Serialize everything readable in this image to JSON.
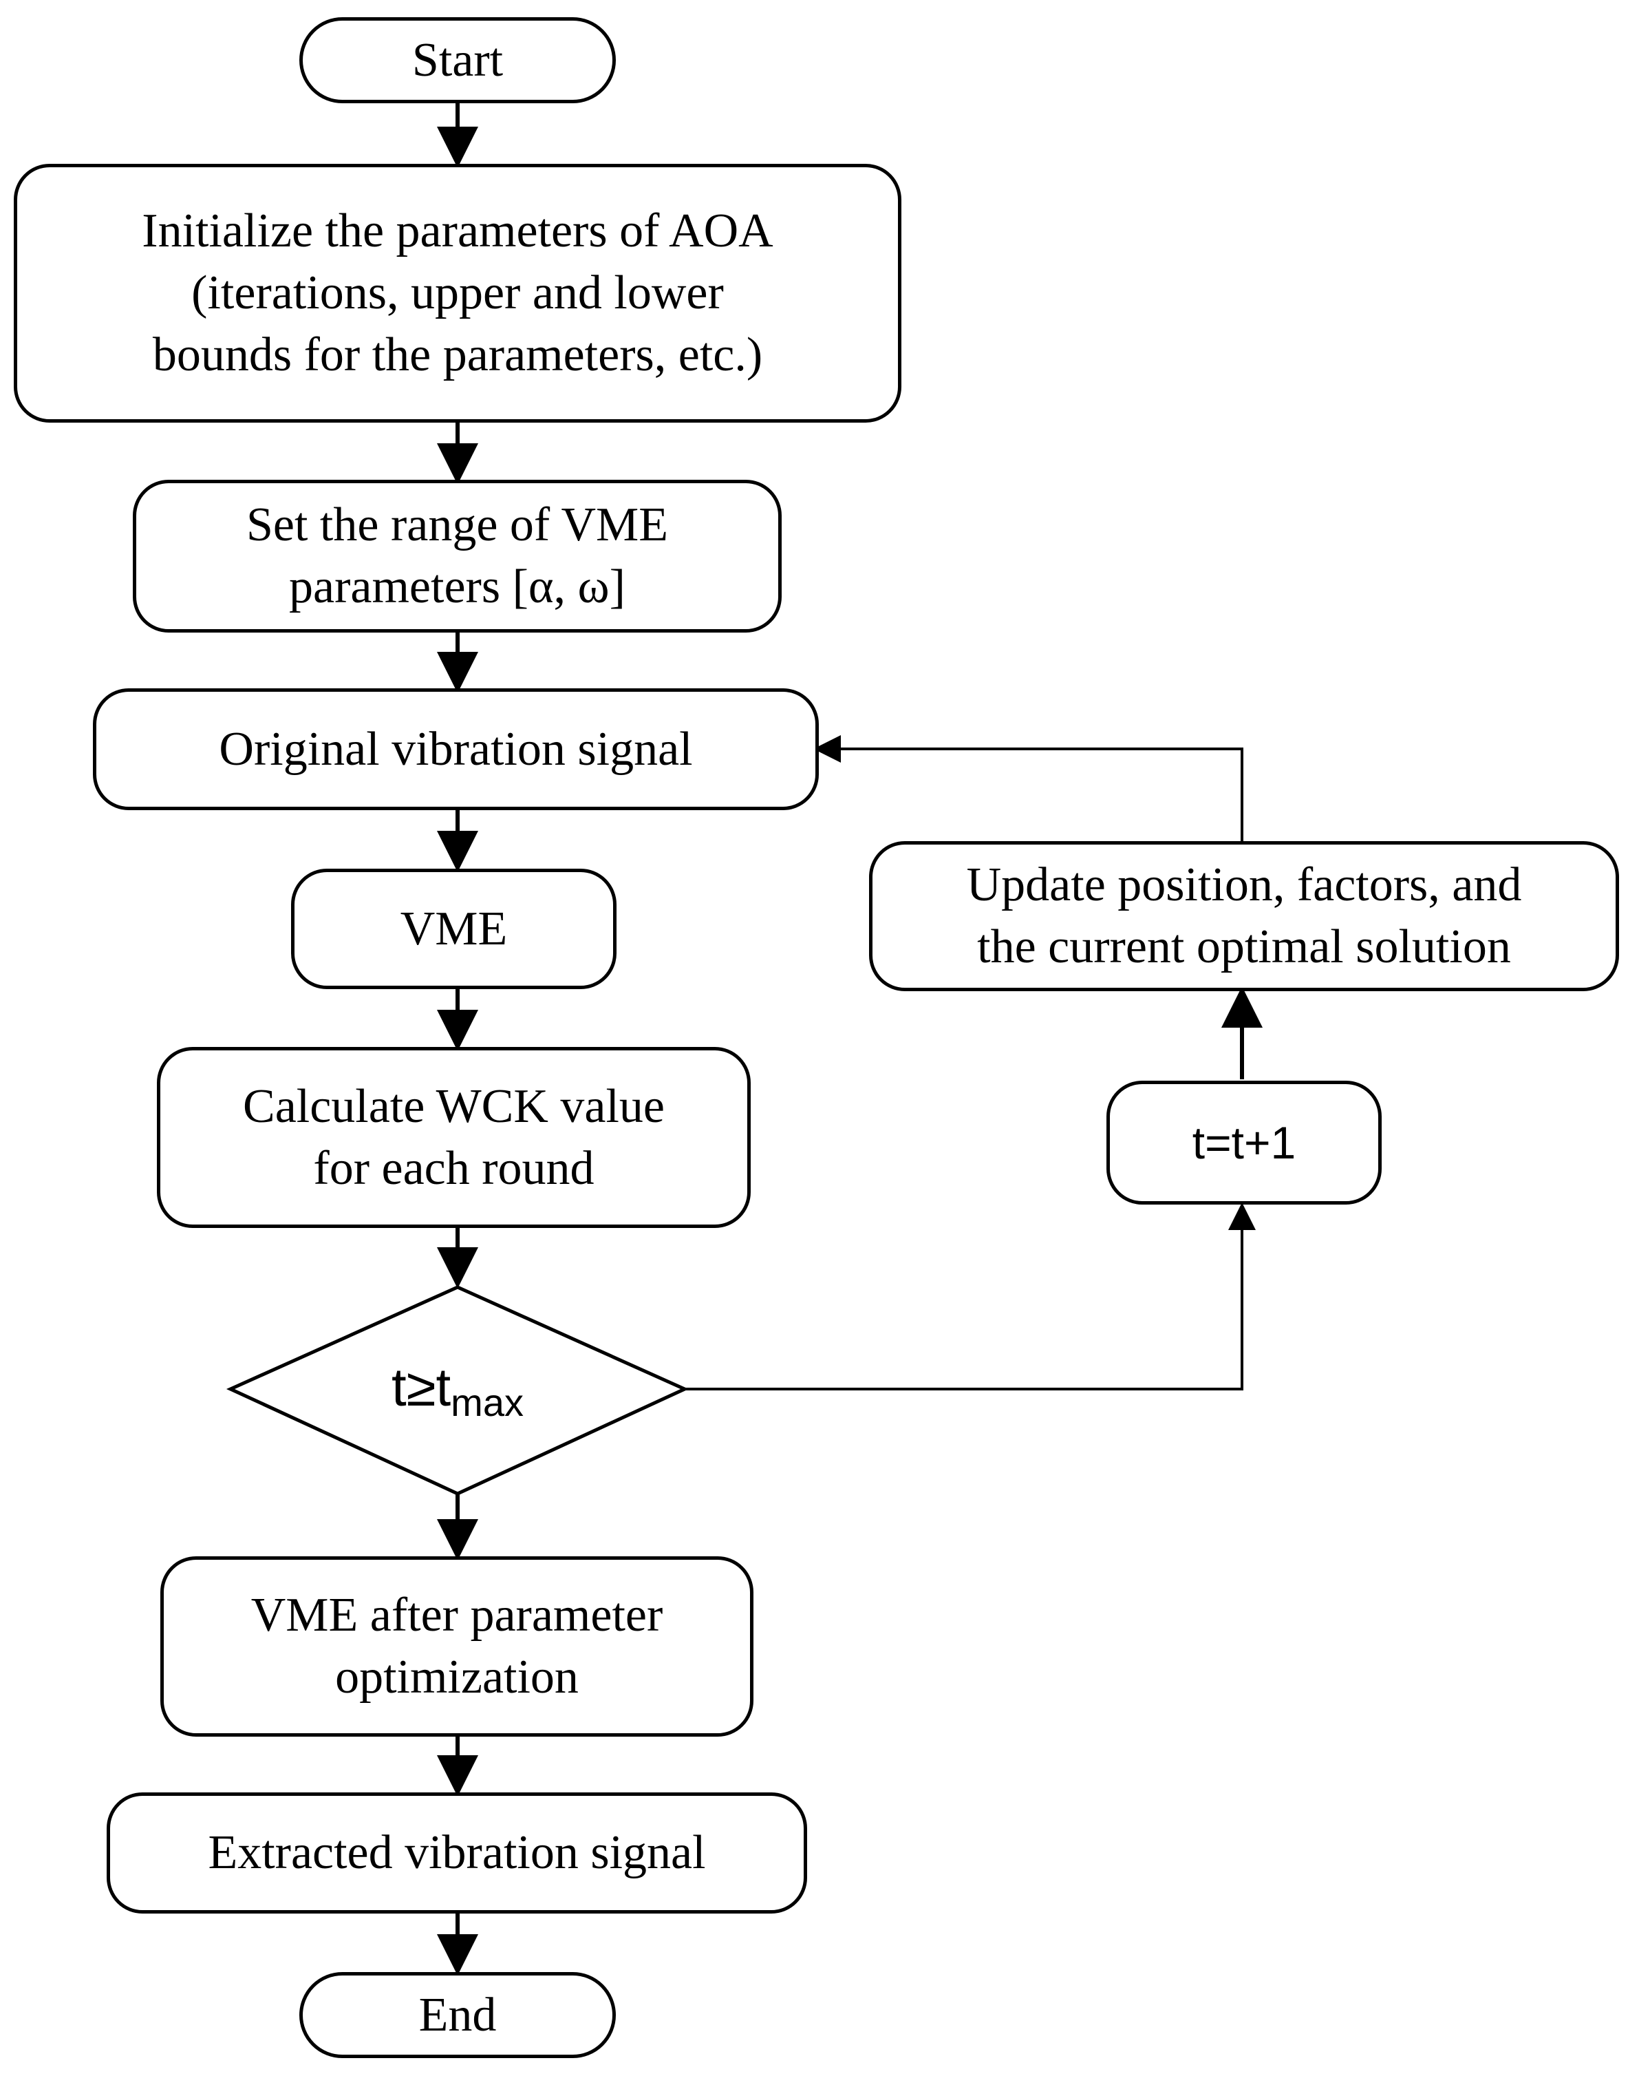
{
  "flowchart": {
    "start": "Start",
    "init": [
      "Initialize the parameters of AOA",
      "(iterations, upper and lower",
      "bounds for the parameters, etc.)"
    ],
    "set_range": [
      "Set the range of VME",
      "parameters [α, ω]"
    ],
    "original_signal": "Original vibration signal",
    "vme": "VME",
    "calc_wck": [
      "Calculate WCK value",
      "for each round"
    ],
    "decision": {
      "base": "t≥t",
      "sub": "max"
    },
    "vme_after": [
      "VME after parameter",
      "optimization"
    ],
    "extracted_signal": "Extracted vibration signal",
    "end": "End",
    "increment": "t=t+1",
    "update": [
      "Update position, factors, and",
      "the current optimal solution"
    ]
  }
}
